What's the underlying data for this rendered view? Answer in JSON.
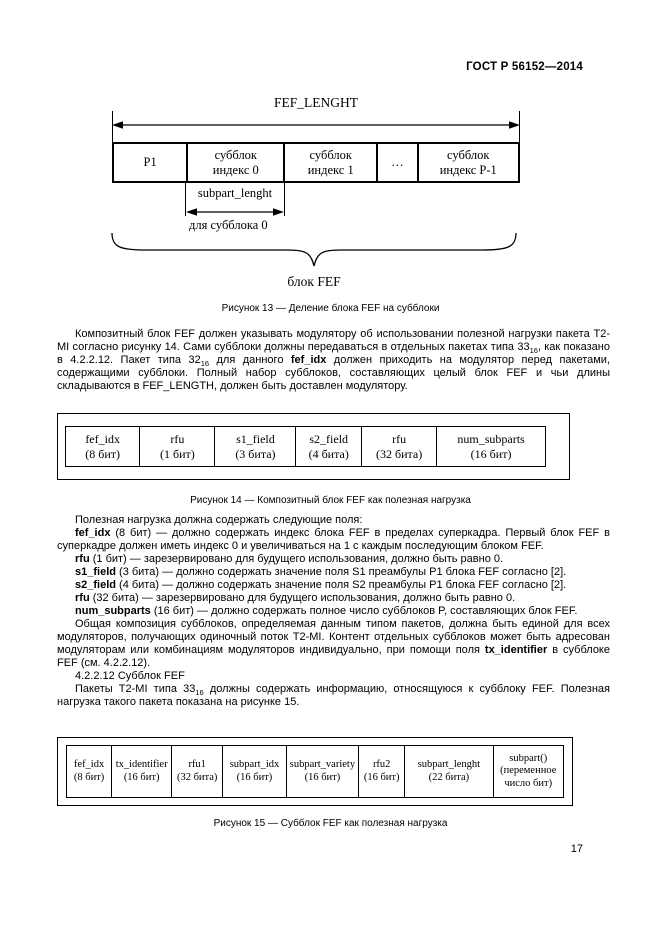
{
  "page": {
    "header": "ГОСТ Р 56152—2014",
    "page_number": "17"
  },
  "figure13": {
    "length_label": "FEF_LENGHT",
    "cells": [
      "P1",
      "субблок\nиндекс 0",
      "субблок\nиндекс 1",
      "…",
      "субблок\nиндекс P-1"
    ],
    "subpart_label": "subpart_lenght",
    "subpart_note": "для субблока 0",
    "brace_label": "блок FEF",
    "caption": "Рисунок 13 — Деление блока FEF на субблоки"
  },
  "figure14": {
    "cells": [
      "fef_idx\n(8 бит)",
      "rfu\n(1 бит)",
      "s1_field\n(3 бита)",
      "s2_field\n(4 бита)",
      "rfu\n(32 бита)",
      "num_subparts\n(16 бит)"
    ],
    "caption": "Рисунок 14 — Композитный блок FEF как полезная нагрузка"
  },
  "figure15": {
    "cells": [
      "fef_idx\n(8 бит)",
      "tx_identifier\n(16 бит)",
      "rfu1\n(32 бита)",
      "subpart_idx\n(16 бит)",
      "subpart_variety\n(16 бит)",
      "rfu2\n(16 бит)",
      "subpart_lenght\n(22 бита)",
      "subpart()\n(переменное\nчисло бит)"
    ],
    "caption": "Рисунок 15 — Субблок FEF как полезная нагрузка"
  },
  "body": {
    "paragraphs": [
      {
        "runs": [
          {
            "t": "Композитный блок FEF должен указывать модулятору об использовании полезной нагрузки пакета Т2-MI согласно рисунку 14. Сами субблоки должны передаваться в отдельных пакетах типа 33"
          },
          {
            "t": "16",
            "sub": true
          },
          {
            "t": ", как показано в 4.2.2.12. Пакет типа 32"
          },
          {
            "t": "16",
            "sub": true
          },
          {
            "t": " для данного "
          },
          {
            "t": "fef_idx",
            "b": true
          },
          {
            "t": " должен приходить на модулятор перед пакетами, содержащими субблоки. Полный набор субблоков, составляющих целый блок FEF и чьи длины складываются в FEF_LENGTH, должен быть доставлен модулятору."
          }
        ]
      },
      {
        "runs": [
          {
            "t": "Полезная нагрузка должна содержать следующие поля:"
          }
        ]
      },
      {
        "runs": [
          {
            "t": "fef_idx",
            "b": true
          },
          {
            "t": " (8 бит) — должно содержать индекс блока FEF в пределах суперкадра. Первый блок FEF в суперкадре должен иметь индекс 0 и увеличиваться на 1 с каждым последующим блоком FEF."
          }
        ]
      },
      {
        "runs": [
          {
            "t": "rfu",
            "b": true
          },
          {
            "t": " (1 бит) — зарезервировано для будущего использования, должно быть равно 0."
          }
        ]
      },
      {
        "runs": [
          {
            "t": "s1_field",
            "b": true
          },
          {
            "t": " (3 бита) — должно содержать значение поля S1 преамбулы P1 блока FEF согласно [2]."
          }
        ]
      },
      {
        "runs": [
          {
            "t": "s2_field",
            "b": true
          },
          {
            "t": " (4 бита) — должно содержать значение поля S2 преамбулы P1 блока FEF согласно [2]."
          }
        ]
      },
      {
        "runs": [
          {
            "t": "rfu",
            "b": true
          },
          {
            "t": " (32 бита) — зарезервировано для будущего использования, должно быть равно 0."
          }
        ]
      },
      {
        "runs": [
          {
            "t": "num_subparts",
            "b": true
          },
          {
            "t": " (16 бит) — должно содержать полное число субблоков P, составляющих блок FEF."
          }
        ]
      },
      {
        "runs": [
          {
            "t": "Общая композиция субблоков, определяемая данным типом пакетов, должна быть единой для всех модуляторов, получающих одиночный поток Т2-MI. Контент отдельных субблоков может быть адресован модуляторам или комбинациям модуляторов индивидуально, при помощи поля "
          },
          {
            "t": "tx_identifier",
            "b": true
          },
          {
            "t": " в субблоке FEF (см. 4.2.2.12)."
          }
        ]
      },
      {
        "runs": [
          {
            "t": "4.2.2.12 Субблок FEF"
          }
        ]
      },
      {
        "runs": [
          {
            "t": "Пакеты Т2-MI типа 33"
          },
          {
            "t": "16",
            "sub": true
          },
          {
            "t": " должны содержать информацию, относящуюся к субблоку FEF. Полезная нагрузка такого пакета показана на рисунке 15."
          }
        ]
      }
    ]
  }
}
